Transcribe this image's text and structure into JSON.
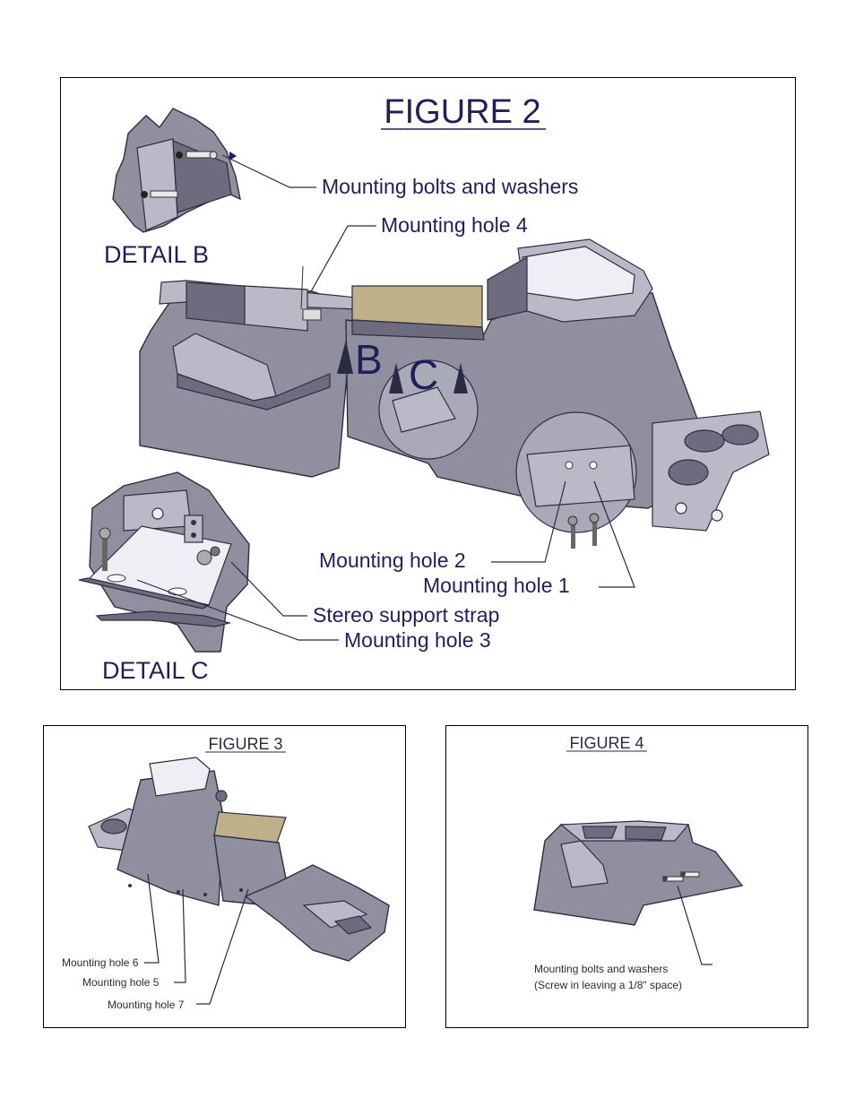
{
  "figure2": {
    "title": "FIGURE 2",
    "detail_b": "DETAIL  B",
    "detail_c": "DETAIL  C",
    "label_bolts": "Mounting bolts and washers",
    "label_hole4": "Mounting hole 4",
    "label_hole2": "Mounting hole 2",
    "label_hole1": "Mounting hole 1",
    "label_strap": "Stereo support strap",
    "label_hole3": "Mounting hole 3",
    "callout_b": "B",
    "callout_c": "C"
  },
  "figure3": {
    "title": "FIGURE 3",
    "label_hole6": "Mounting hole 6",
    "label_hole5": "Mounting hole 5",
    "label_hole7": "Mounting hole 7"
  },
  "figure4": {
    "title": "FIGURE 4",
    "label_bolts": "Mounting bolts and washers",
    "label_note": "(Screw in leaving a 1/8\" space)"
  },
  "colors": {
    "body": "#8f8fa0",
    "pad": "#bfb089",
    "text": "#1f1f5a"
  }
}
